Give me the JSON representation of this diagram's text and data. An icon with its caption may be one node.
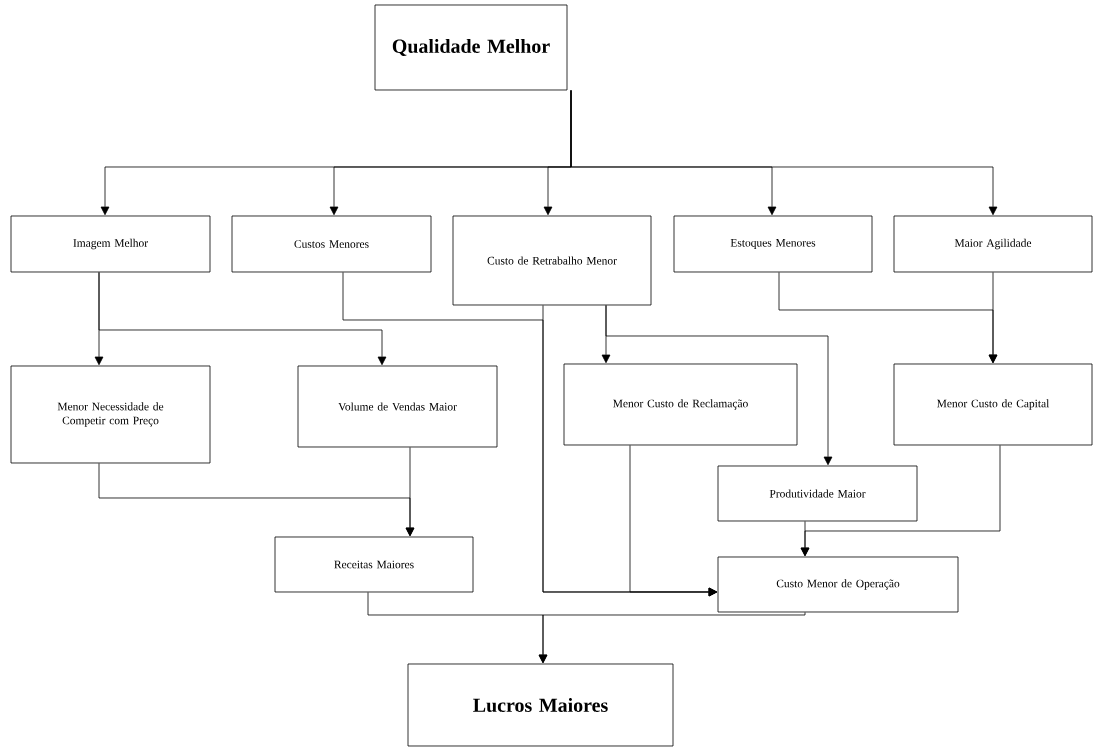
{
  "diagram": {
    "nodes": [
      {
        "text": [
          "Qualidade Melhor"
        ]
      },
      {
        "text": [
          "Imagem Melhor"
        ]
      },
      {
        "text": [
          "Custos Menores"
        ]
      },
      {
        "text": [
          "Custo de Retrabalho Menor"
        ]
      },
      {
        "text": [
          "Estoques Menores"
        ]
      },
      {
        "text": [
          "Maior Agilidade"
        ]
      },
      {
        "text": [
          "Menor Necessidade de Competir com Preço"
        ]
      },
      {
        "text": [
          "Volume de Vendas Maior"
        ]
      },
      {
        "text": [
          "Menor Custo de Reclamação"
        ]
      },
      {
        "text": [
          "Menor Custo de Capital"
        ]
      },
      {
        "text": [
          "Produtividade Maior"
        ]
      },
      {
        "text": [
          "Receitas Maiores"
        ]
      },
      {
        "text": [
          "Custo Menor de Operação"
        ]
      },
      {
        "text": [
          "Lucros Maiores"
        ]
      }
    ],
    "edges": [
      {
        "from": 0,
        "to": 1,
        "arrow": "to"
      },
      {
        "from": 0,
        "to": 2,
        "arrow": "to"
      },
      {
        "from": 0,
        "to": 3,
        "arrow": "to"
      },
      {
        "from": 0,
        "to": 4,
        "arrow": "to"
      },
      {
        "from": 0,
        "to": 5,
        "arrow": "to"
      },
      {
        "from": 1,
        "to": 6,
        "arrow": "to"
      },
      {
        "from": 1,
        "to": 7,
        "arrow": "to"
      },
      {
        "from": 2,
        "to": 12,
        "arrow": "to"
      },
      {
        "from": 3,
        "to": 12,
        "arrow": "to"
      },
      {
        "from": 3,
        "to": 8,
        "arrow": "to"
      },
      {
        "from": 3,
        "to": 10,
        "arrow": "to"
      },
      {
        "from": 4,
        "to": 9,
        "arrow": "to"
      },
      {
        "from": 5,
        "to": 9,
        "arrow": "to"
      },
      {
        "from": 6,
        "to": 11,
        "arrow": "to"
      },
      {
        "from": 7,
        "to": 11,
        "arrow": "to"
      },
      {
        "from": 8,
        "to": 12,
        "arrow": "to"
      },
      {
        "from": 10,
        "to": 12,
        "arrow": "to"
      },
      {
        "from": 9,
        "to": 12,
        "arrow": "to"
      },
      {
        "from": 11,
        "to": 13,
        "arrow": "to"
      },
      {
        "from": 12,
        "to": 13,
        "arrow": "to"
      }
    ]
  }
}
